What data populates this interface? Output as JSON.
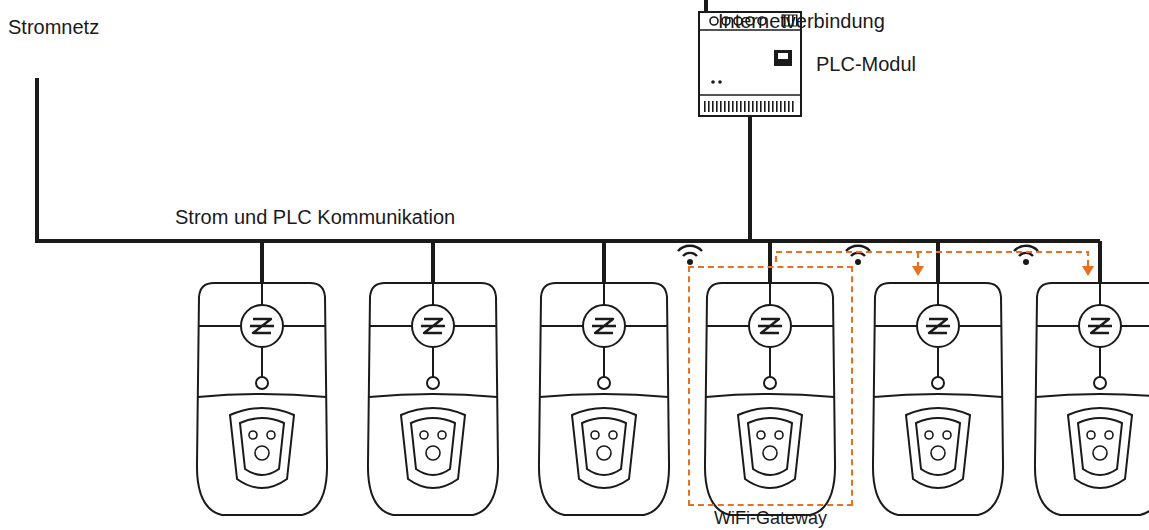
{
  "diagram": {
    "nodes": [
      {
        "text": [
          "PLC-Modul"
        ]
      },
      {
        "text": [
          "WiFi-Gateway"
        ]
      }
    ],
    "labels": [
      "Stromnetz",
      "Internetverbindung",
      "Strom und PLC Kommunikation"
    ]
  }
}
